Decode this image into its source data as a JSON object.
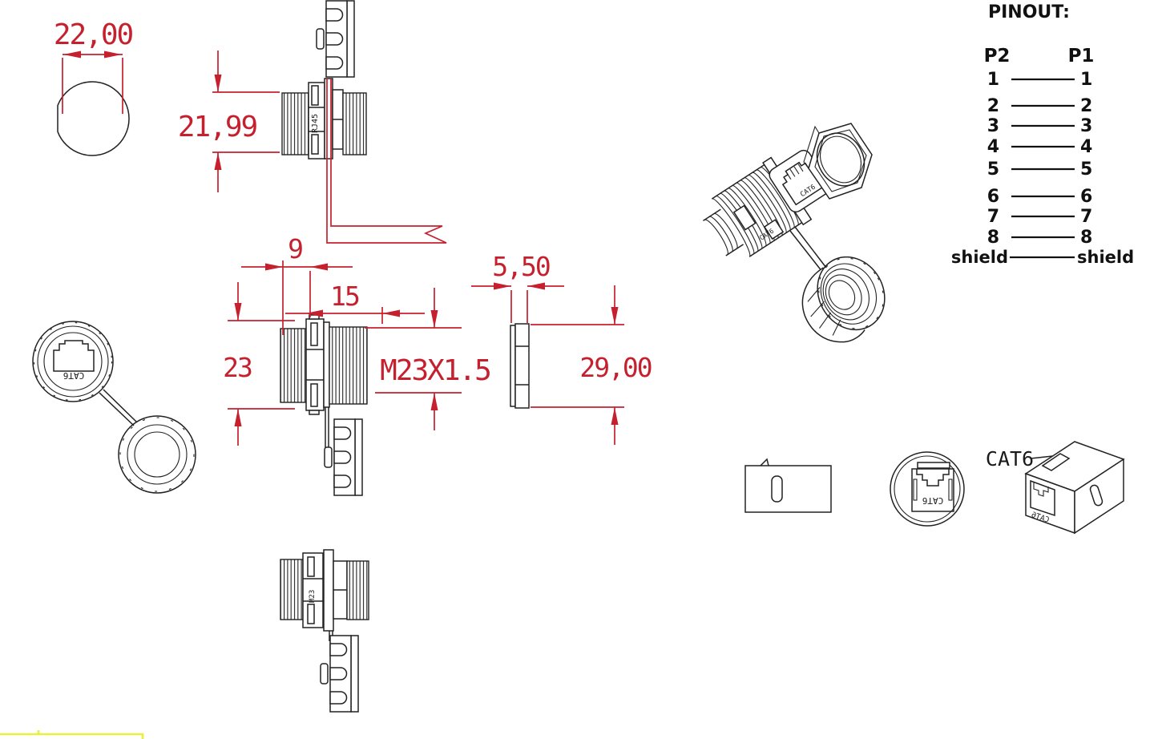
{
  "drawing": {
    "dims": {
      "diameter": "22,00",
      "height": "21,99",
      "flange_width": "9",
      "body_length": "15",
      "flange_height": "23",
      "thread_spec": "M23X1.5",
      "nut_thickness": "5,50",
      "nut_diameter": "29,00"
    },
    "labels": {
      "rj45": "RJ45",
      "m23": "M23",
      "cat6": "CAT6"
    },
    "colors": {
      "dimension_red": "#c6202e",
      "line_black": "#1a1a1a",
      "highlight_yellow": "#e9ef3a",
      "background": "#ffffff"
    }
  },
  "pinout": {
    "title": "PINOUT:",
    "left_header": "P2",
    "right_header": "P1",
    "rows": [
      {
        "left": "1",
        "right": "1"
      },
      {
        "left": "2",
        "right": "2"
      },
      {
        "left": "3",
        "right": "3"
      },
      {
        "left": "4",
        "right": "4"
      },
      {
        "left": "5",
        "right": "5"
      },
      {
        "left": "6",
        "right": "6"
      },
      {
        "left": "7",
        "right": "7"
      },
      {
        "left": "8",
        "right": "8"
      },
      {
        "left": "shield",
        "right": "shield"
      }
    ]
  }
}
